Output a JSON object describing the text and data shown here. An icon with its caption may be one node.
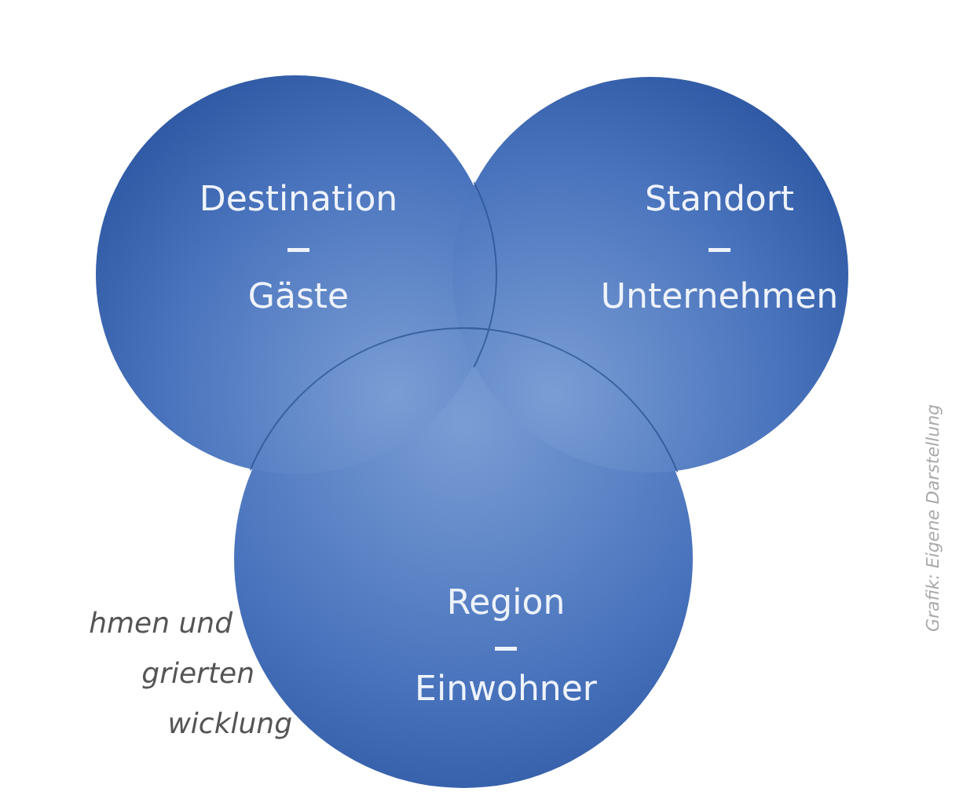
{
  "diagram": {
    "nodes": [
      {
        "text": [
          "Destination",
          "Gäste"
        ]
      },
      {
        "text": [
          "Standort",
          "Unternehmen"
        ]
      },
      {
        "text": [
          "Region",
          "Einwohner"
        ]
      }
    ],
    "labels": [
      "hmen und",
      "grierten",
      "wicklung",
      "Grafik: Eigene Darstellung"
    ]
  }
}
